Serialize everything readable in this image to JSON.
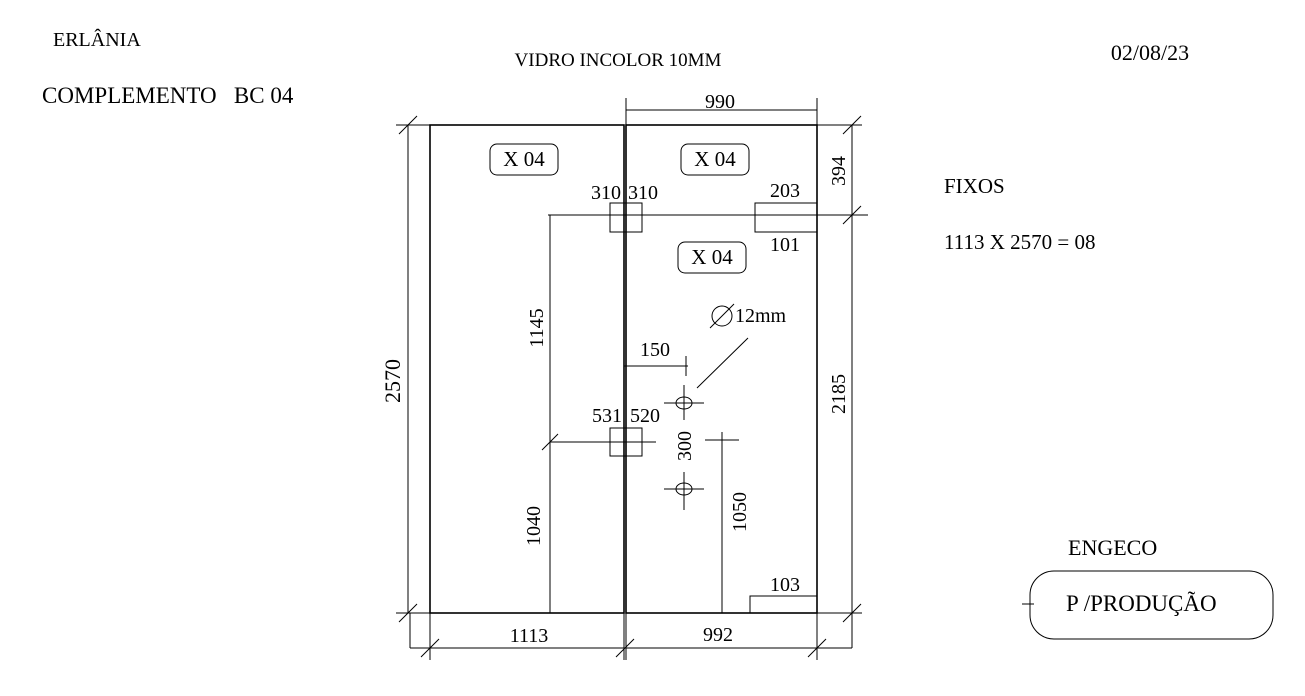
{
  "header": {
    "client": "ERLÂNIA",
    "complement": "COMPLEMENTO   BC 04",
    "glass": "VIDRO INCOLOR 10MM",
    "date": "02/08/23"
  },
  "right_panel": {
    "fixed_title": "FIXOS",
    "fixed_spec": "1113 X 2570 = 08",
    "company": "ENGECO",
    "stamp": "P /PRODUÇÃO"
  },
  "drawing": {
    "qty_labels": [
      "X 04",
      "X 04",
      "X 04"
    ],
    "dims": {
      "top_width": "990",
      "total_height": "2570",
      "top_right": "394",
      "right_lower": "2185",
      "bottom_left": "1113",
      "bottom_right": "992",
      "left_upper": "1145",
      "left_lower": "1040",
      "hinge_top_left": "310",
      "hinge_top_right": "310",
      "lock_top": "203",
      "lock_bottom": "101",
      "hole_diameter": "12mm",
      "hole_offset": "150",
      "hinge_mid_left": "531",
      "hinge_mid_right": "520",
      "hole_spacing": "300",
      "handle_height": "1050",
      "bottom_lock": "103"
    }
  }
}
